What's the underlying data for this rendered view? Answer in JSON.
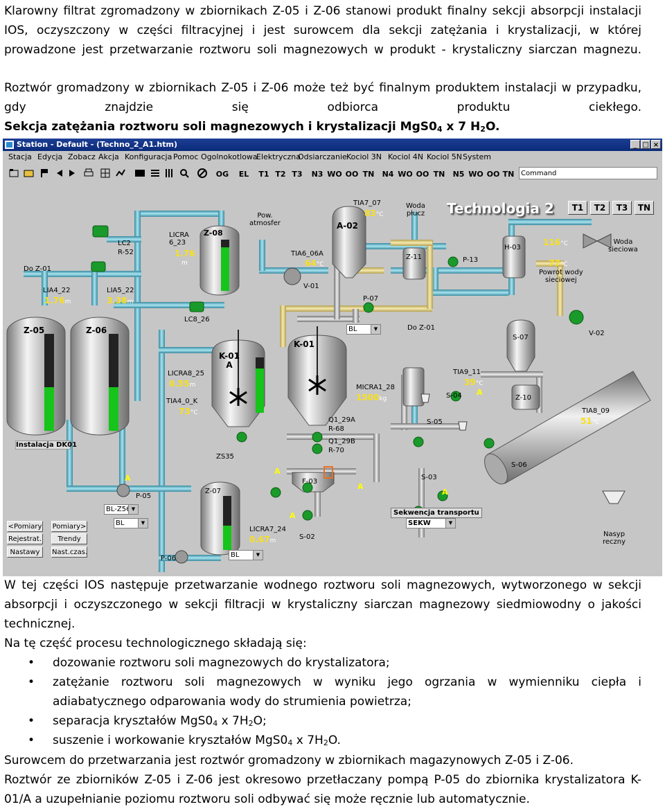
{
  "text": {
    "p1": "Klarowny filtrat zgromadzony w zbiornikach Z-05 i Z-06 stanowi produkt finalny sekcji absorpcji instalacji IOS, oczyszczony w części filtracyjnej i jest surowcem dla sekcji zatężania i krystalizacji, w której prowadzone jest przetwarzanie roztworu soli magnezowych w produkt - krystaliczny siarczan magnezu.",
    "p2": "Roztwór gromadzony w zbiornikach Z-05 i Z-06 może też być finalnym produktem instalacji w przypadku, gdy znajdzie się odbiorca produktu ciekłego.",
    "heading_main": "Sekcja zatężania roztworu soli magnezowych i krystalizacji MgS0",
    "heading_sub": "4",
    "heading_mid": " x 7 H",
    "heading_sub2": "2",
    "heading_end": "O.",
    "p3": "W tej części IOS następuje przetwarzanie wodnego roztworu soli magnezowych, wytworzonego w sekcji absorpcji i oczyszczonego w sekcji filtracji w krystaliczny siarczan magnezowy siedmiowodny o jakości technicznej.",
    "p4": "Na tę część procesu technologicznego składają się:",
    "bullets": {
      "b1": "dozowanie roztworu soli magnezowych do krystalizatora;",
      "b2": "zatężanie roztworu soli magnezowych w wyniku jego ogrzania w wymienniku ciepła i adiabatycznego odparowania wody do strumienia powietrza;",
      "b3a": "separacja kryształów MgS0",
      "b3b": "4",
      "b3c": " x 7H",
      "b3d": "2",
      "b3e": "O;",
      "b4a": "suszenie i workowanie kryształów MgS0",
      "b4b": "4",
      "b4c": " x 7H",
      "b4d": "2",
      "b4e": "O.",
      "bullet_glyph": "•"
    },
    "p5": "Surowcem do przetwarzania jest roztwór gromadzony w zbiornikach magazynowych Z-05 i Z-06.",
    "p6": "Roztwór ze zbiorników Z-05 i Z-06 jest okresowo przetłaczany pompą P-05 do zbiornika krystalizatora K-01/A a uzupełnianie poziomu roztworu soli odbywać się może ręcznie lub automatycznie."
  },
  "scada": {
    "title": "Station - Default - (Techno_2_A1.htm)",
    "win_buttons": [
      "_",
      "□",
      "×"
    ],
    "menu": [
      "Stacja",
      "Edycja",
      "Zobacz",
      "Akcja",
      "Konfiguracja",
      "Pomoc",
      "Ogolnokotlowa",
      "Elektryczna",
      "Odsiarczanie",
      "Kociol 3N",
      "Kociol 4N",
      "Kociol 5N",
      "System"
    ],
    "toolbar_text": [
      "OG",
      "EL",
      "T1",
      "T2",
      "T3",
      "N3",
      "WO",
      "OO",
      "TN",
      "N4",
      "WO",
      "OO",
      "TN",
      "N5",
      "WO",
      "OO",
      "TN"
    ],
    "command_label": "Command",
    "screen_title": "Technologia 2",
    "screen_tabs": [
      "T1",
      "T2",
      "T3",
      "TN"
    ],
    "labels": {
      "lc2": "LC2",
      "r52": "R-52",
      "do_z01": "Do Z-01",
      "lia4": "LIA4_22",
      "lia5": "LIA5_22",
      "z05": "Z-05",
      "z06": "Z-06",
      "licra": "LICRA\n6_23",
      "z08": "Z-08",
      "lc8": "LC8_26",
      "pow": "Pow.\natmosfer",
      "tia7": "TIA7_07",
      "a02": "A-02",
      "woda_plucz": "Woda\npłucz",
      "tia6": "TIA6_06A",
      "v01": "V-01",
      "p07": "P-07",
      "z11": "Z-11",
      "p13": "P-13",
      "h03": "H-03",
      "woda_siec": "Woda\nsieciowa",
      "powrot": "Powrot wody\nsieciowej",
      "do_z01b": "Do Z-01",
      "k01a": "K-01\nA",
      "k01": "K-01",
      "licra8": "LICRA8_25",
      "tia4": "TIA4_0_K",
      "micra": "MICRA1_28",
      "tia9": "TIA9_11",
      "s07": "S-07",
      "v02": "V-02",
      "s04": "S-04",
      "z10": "Z-10",
      "tia8": "TIA8_09",
      "s05": "S-05",
      "q129a": "Q1_29A",
      "r68": "R-68",
      "q129b": "Q1_29B",
      "r70": "R-70",
      "zs35": "ZS35",
      "s06": "S-06",
      "p05": "P-05",
      "f03": "F-03",
      "s03": "S-03",
      "z07": "Z-07",
      "licra7": "LICRA7_24",
      "s02": "S-02",
      "p06": "P-06",
      "sekw_label": "Sekwencja transportu",
      "nasyp": "Nasyp\nreczny",
      "dk01": "Instalacja DK01",
      "a": "A"
    },
    "values": {
      "licra_v": "1.76",
      "licra_u": "m",
      "lia4_v": "1.76",
      "lia4_u": "m",
      "lia5_v": "3.38",
      "lia5_u": "m",
      "tia7_v": "83",
      "tia7_u": "°C",
      "tia6_v": "64",
      "tia6_u": "°C",
      "t116_v": "116",
      "t116_u": "°C",
      "t77_v": "77",
      "t77_u": "°C",
      "licra8_v": "0.55",
      "licra8_u": "m",
      "tia4_v": "73",
      "tia4_u": "°C",
      "micra_v": "1500",
      "micra_u": "kg",
      "tia9_v": "39",
      "tia9_u": "°C",
      "tia8_v": "51",
      "tia8_u": "°C",
      "licra7_v": "0.67",
      "licra7_u": "m"
    },
    "selects": {
      "bl1": "BL",
      "blz56": "BL-Z56",
      "bl2": "BL",
      "bl3": "BL",
      "sekw": "SEKW"
    },
    "buttons": [
      "<Pomiary",
      "Pomiary>",
      "Rejestrat.",
      "Trendy",
      "Nastawy",
      "Nast.czas."
    ],
    "levels": {
      "z05": 0.45,
      "z06": 0.45,
      "z08": 0.85,
      "k01a": 0.8,
      "z07": 0.45
    },
    "colors": {
      "bg": "#c6c6c6",
      "value_yellow": "#f7e01c",
      "level_green": "#17c41b",
      "pipe_cyan": "#6ec6d8",
      "pipe_tan": "#e6d58a",
      "title_blue": "#0a2a7a"
    }
  }
}
